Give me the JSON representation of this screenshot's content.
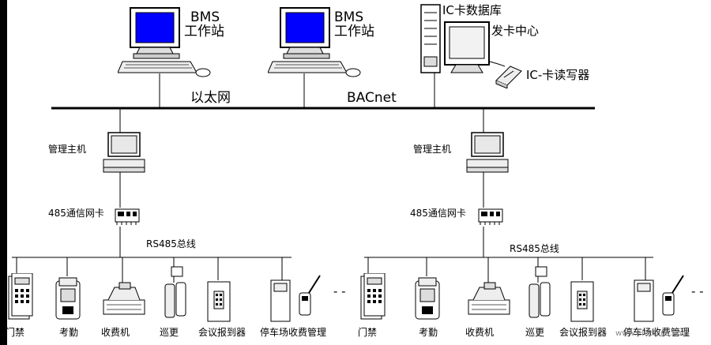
{
  "top": {
    "ws1": {
      "line1": "BMS",
      "line2": "工作站"
    },
    "ws2": {
      "line1": "BMS",
      "line2": "工作站"
    },
    "ic_db": "IC卡数据库",
    "card_center": "发卡中心",
    "ic_reader": "IC-卡读写器"
  },
  "network": {
    "ethernet": "以太网",
    "bacnet": "BACnet"
  },
  "left": {
    "host": "管理主机",
    "nic": "485通信网卡",
    "bus": "RS485总线",
    "devices": [
      "门禁",
      "考勤",
      "收费机",
      "巡更",
      "会议报到器",
      "停车场收费管理"
    ],
    "ellipsis": "- -"
  },
  "right": {
    "host": "管理主机",
    "nic": "485通信网卡",
    "bus": "RS485总线",
    "devices": [
      "门禁",
      "考勤",
      "收费机",
      "巡更",
      "会议报到器",
      "停车场收费管理"
    ],
    "ellipsis": "- -"
  },
  "watermark": "www.elecfans.com",
  "colors": {
    "screen": "#0000ff",
    "line": "#000000"
  }
}
